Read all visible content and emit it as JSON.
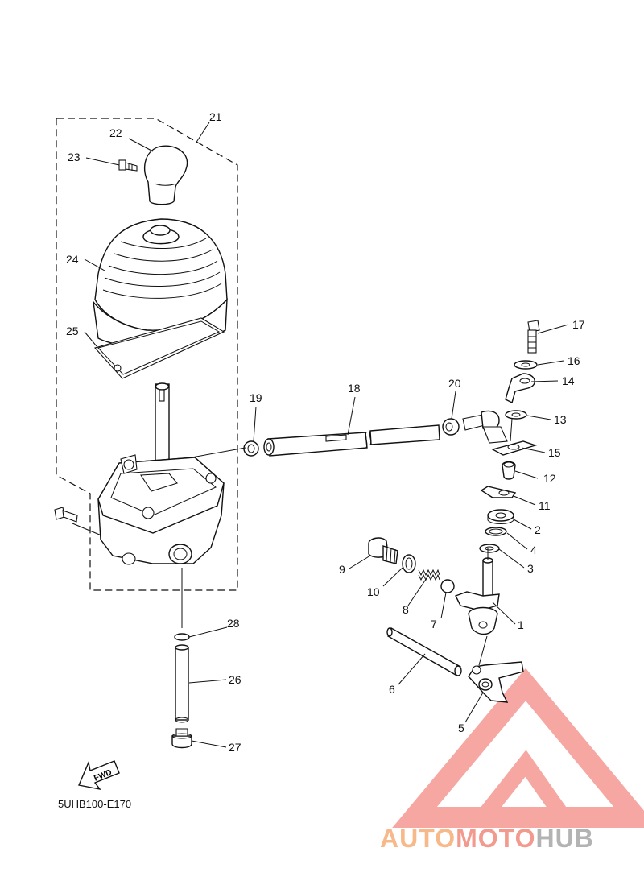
{
  "diagram": {
    "code": "5UHB100-E170",
    "fwd_label": "FWD",
    "labels": {
      "p1": "1",
      "p2": "2",
      "p3": "3",
      "p4": "4",
      "p5": "5",
      "p6": "6",
      "p7": "7",
      "p8": "8",
      "p9": "9",
      "p10": "10",
      "p11": "11",
      "p12": "12",
      "p13": "13",
      "p14": "14",
      "p15": "15",
      "p16": "16",
      "p17": "17",
      "p18": "18",
      "p19": "19",
      "p20": "20",
      "p21": "21",
      "p22": "22",
      "p23": "23",
      "p24": "24",
      "p25": "25",
      "p26": "26",
      "p27": "27",
      "p28": "28"
    }
  },
  "watermark": {
    "part1": "AUTO",
    "part2": "MOTO",
    "part3": "HUB",
    "color_light": "#f7b98a",
    "color_mid": "#f39a8f",
    "color_dark": "#b3b3b3"
  }
}
